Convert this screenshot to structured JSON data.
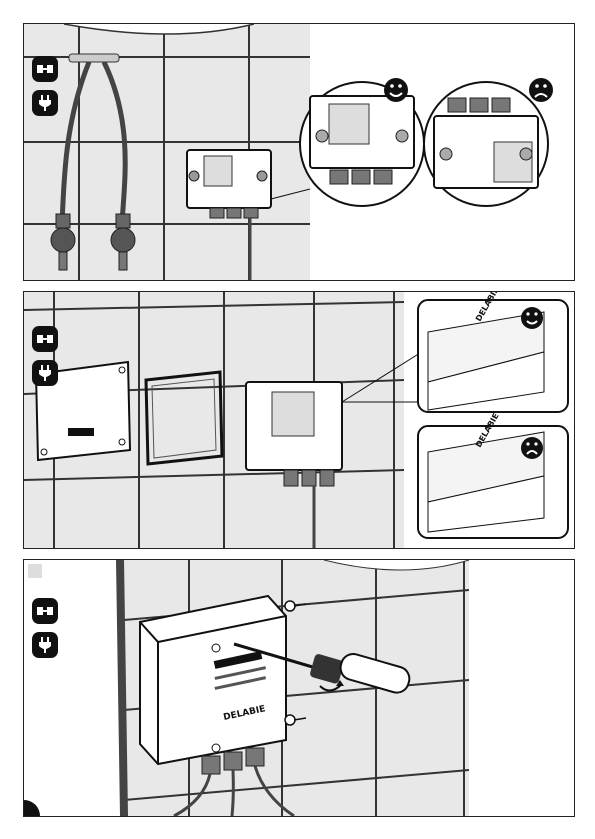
{
  "panels": [
    {
      "id": "mounting-connection",
      "good_label": "",
      "bad_label": ""
    },
    {
      "id": "gasket-check",
      "brand": "DELABIE"
    },
    {
      "id": "screw-fixing",
      "brand": "DELABIE"
    }
  ],
  "brand_text": "DELABIE",
  "icons": {
    "water": "water-supply-icon",
    "power": "power-plug-icon",
    "good": "smiley-happy-icon",
    "bad": "smiley-sad-icon"
  },
  "colors": {
    "ink": "#111111",
    "wall": "#e4e4e4",
    "tile_line": "#333333",
    "bg": "#ffffff"
  }
}
